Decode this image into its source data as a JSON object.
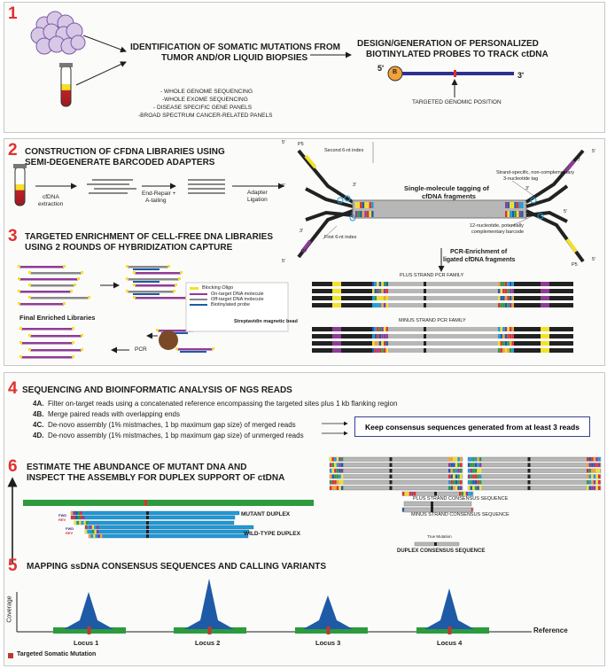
{
  "step1": {
    "number": "1",
    "heading": [
      "IDENTIFICATION OF SOMATIC MUTATIONS FROM",
      "TUMOR AND/OR LIQUID BIOPSIES"
    ],
    "methods": [
      "- WHOLE GENOME SEQUENCING",
      "-WHOLE EXOME SEQUENCING",
      "- DISEASE SPECIFIC GENE PANELS",
      "-BROAD SPECTRUM CANCER-RELATED PANELS"
    ],
    "design_heading": [
      "DESIGN/GENERATION OF PERSONALIZED",
      "BIOTINYLATED PROBES TO TRACK ctDNA"
    ],
    "five_prime": "5'",
    "three_prime": "3'",
    "biotin": "B",
    "target_label": "TARGETED GENOMIC POSITION"
  },
  "step2": {
    "number": "2",
    "heading": [
      "CONSTRUCTION OF CFDNA LIBRARIES USING",
      "SEMI-DEGENERATE BARCODED ADAPTERS"
    ],
    "steps": [
      "cfDNA",
      "extraction",
      "End-Repair +",
      "A-tailing",
      "Adapter",
      "Ligation"
    ],
    "labels": {
      "p5": "P5",
      "p7": "P7",
      "second_index": "Second 6-nt index",
      "first_index": "First 6-nt index",
      "strand_tag": [
        "Strand-specific, non-complementary",
        "3-nucleotide tag"
      ],
      "barcode": [
        "12-nucleotide, potentially",
        "complementary barcode"
      ],
      "tagging": [
        "Single-molecule tagging of",
        "cfDNA fragments"
      ],
      "pcr_enrich": [
        "PCR-Enrichment of",
        "ligated cfDNA fragments"
      ],
      "plus_family": "PLUS STRAND PCR FAMILY",
      "minus_family": "MINUS STRAND PCR FAMILY"
    }
  },
  "step3": {
    "number": "3",
    "heading": [
      "TARGETED ENRICHMENT OF CELL-FREE DNA LIBRARIES",
      "USING 2 ROUNDS OF HYBRIDIZATION CAPTURE"
    ],
    "legend": [
      "Blocking Oligo",
      "On-target DNA molecule",
      "Off-target DNA molecule",
      "Biotinylated probe",
      "Streptavidin magnetic bead"
    ],
    "final": "Final Enriched Libraries",
    "pcr": "PCR"
  },
  "step4": {
    "number": "4",
    "heading": "SEQUENCING AND BIOINFORMATIC ANALYSIS OF NGS READS",
    "items": [
      {
        "id": "4A.",
        "text": "Filter on-target reads using a concatenated reference encompassing the targeted sites plus 1 kb flanking region"
      },
      {
        "id": "4B.",
        "text": "Merge paired reads with overlapping ends"
      },
      {
        "id": "4C.",
        "text": "De-novo assembly (1% mistmaches, 1 bp maximum gap size) of merged reads"
      },
      {
        "id": "4D.",
        "text": "De-novo assembly (1% mistmaches, 1 bp maximum gap size) of unmerged reads"
      }
    ],
    "consensus_box": "Keep consensus sequences generated from at least 3 reads"
  },
  "step6": {
    "number": "6",
    "heading": [
      "ESTIMATE THE ABUNDANCE OF MUTANT DNA AND",
      "INSPECT THE ASSEMBLY FOR DUPLEX SUPPORT OF ctDNA"
    ],
    "mutant": "MUTANT DUPLEX",
    "wildtype": "WILD-TYPE DUPLEX",
    "fwd": "FWD",
    "rev": "REV",
    "plus_consensus": "PLUS STRAND CONSENSUS SEQUENCE",
    "minus_consensus": "MINUS STRAND CONSENSUS SEQUENCE",
    "true_mutation": "True Mutation",
    "duplex_consensus": "DUPLEX CONSENSUS SEQUENCE"
  },
  "step5": {
    "number": "5",
    "heading": "MAPPING ssDNA CONSENSUS SEQUENCES AND CALLING VARIANTS",
    "coverage": "Coverage",
    "reference": "Reference",
    "loci": [
      "Locus 1",
      "Locus 2",
      "Locus 3",
      "Locus 4"
    ],
    "legend": "Targeted Somatic Mutation"
  },
  "colors": {
    "red": "#e1302e",
    "green": "#2d9a3e",
    "blue": "#1f5aa6",
    "purple": "#8e3c96",
    "yellow": "#f4e12a",
    "navy": "#2e3192"
  }
}
